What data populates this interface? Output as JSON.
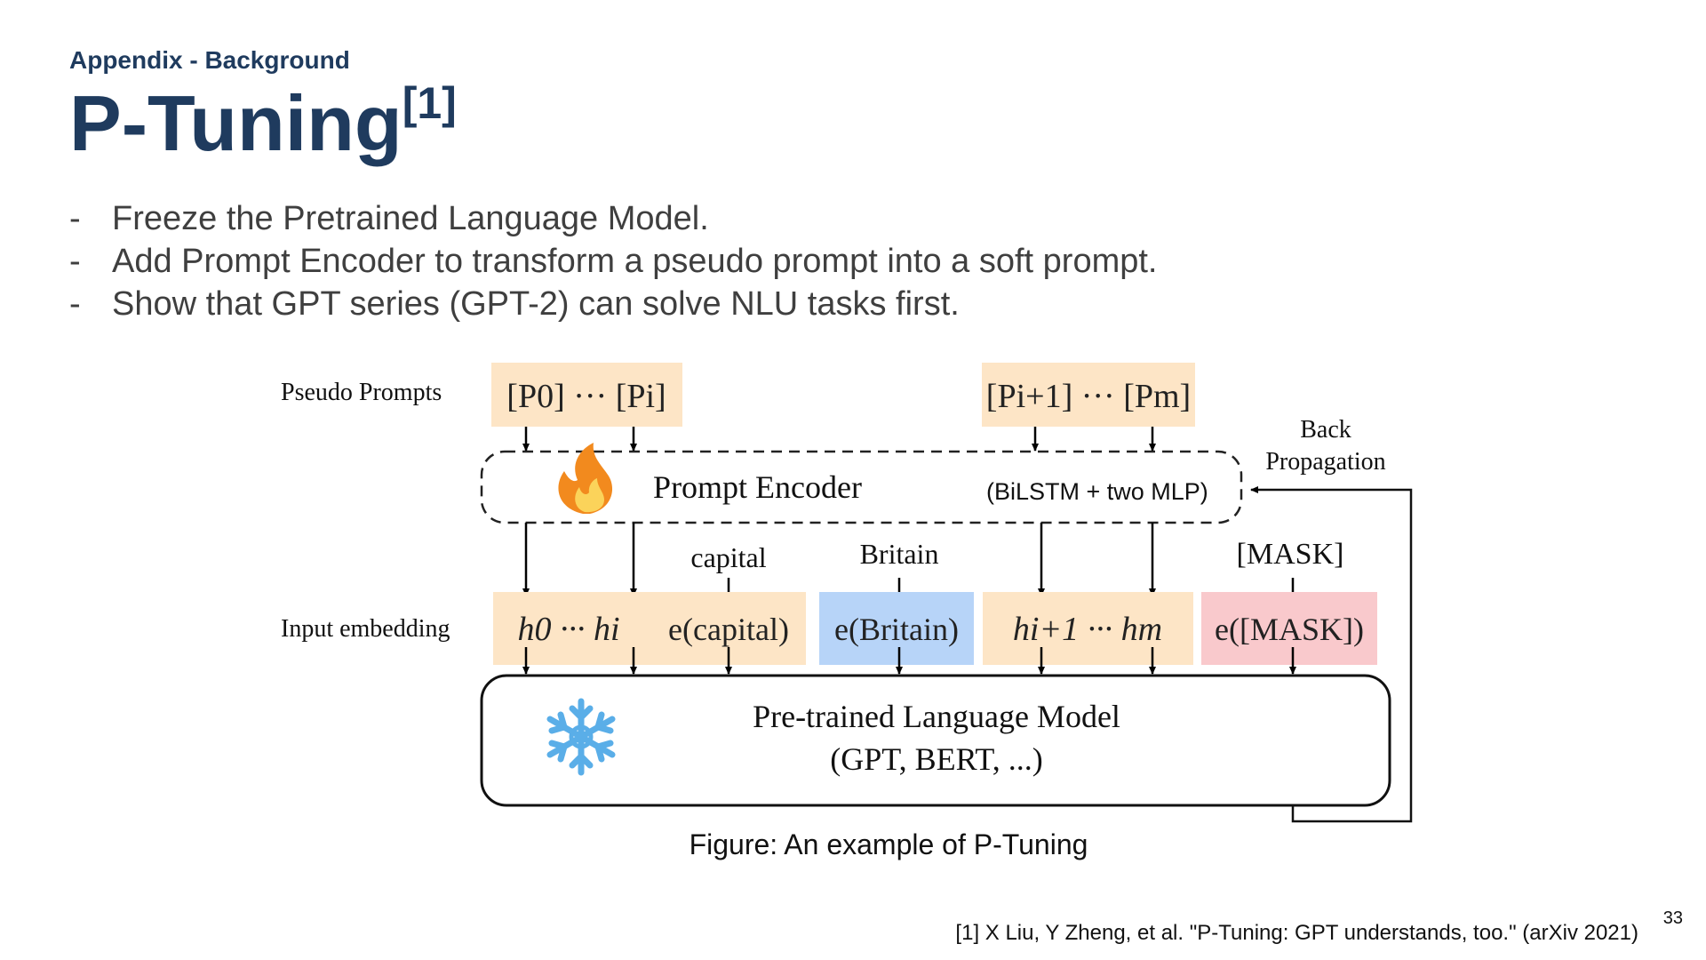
{
  "header": {
    "section": "Appendix - Background",
    "title": "P-Tuning",
    "title_ref": "[1]"
  },
  "bullets": [
    "Freeze the Pretrained Language Model.",
    "Add Prompt Encoder to transform a pseudo prompt into a soft prompt.",
    "Show that GPT series (GPT-2) can solve NLU tasks first."
  ],
  "diagram": {
    "pseudo_prompts_label": "Pseudo Prompts",
    "input_embedding_label": "Input embedding",
    "prompt_group_1": "[P0] ··· [Pi]",
    "prompt_group_2": "[Pi+1] ··· [Pm]",
    "prompt_encoder": "Prompt Encoder",
    "prompt_encoder_detail": "(BiLSTM + two MLP)",
    "back_propagation_line1": "Back",
    "back_propagation_line2": "Propagation",
    "token_capital": "capital",
    "token_britain": "Britain",
    "token_mask": "[MASK]",
    "embed_h0_hi": "h0 ··· hi",
    "embed_capital": "e(capital)",
    "embed_britain": "e(Britain)",
    "embed_hi1_hm": "hi+1 ··· hm",
    "embed_mask": "e([MASK])",
    "plm_line1": "Pre-trained Language Model",
    "plm_line2": "(GPT, BERT, ...)",
    "colors": {
      "prompt_fill": "#fde5c6",
      "britain_fill": "#b7d4f8",
      "mask_fill": "#f9c9cc",
      "flame": "#f28a1e",
      "snowflake": "#5aaee8"
    },
    "icons": [
      "fire-icon",
      "snowflake-icon"
    ]
  },
  "caption": "Figure: An example of P-Tuning",
  "reference": "[1] X Liu, Y Zheng, et al. \"P-Tuning: GPT understands, too.\" (arXiv 2021)",
  "page_number": "33"
}
